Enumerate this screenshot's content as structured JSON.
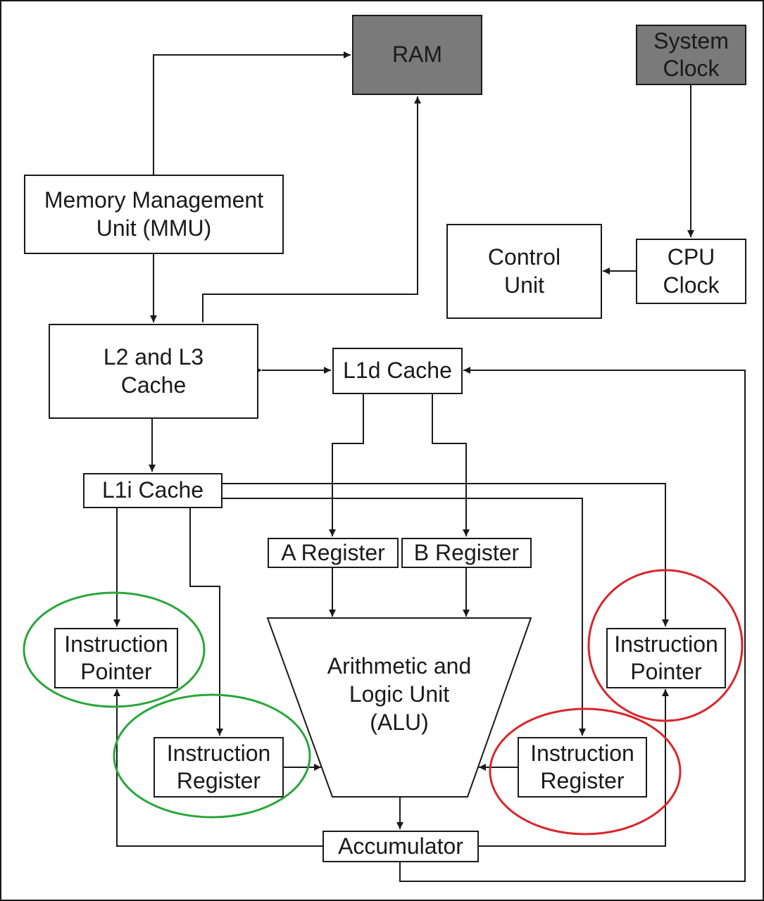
{
  "blocks": {
    "ram": "RAM",
    "system_clock": [
      "System",
      "Clock"
    ],
    "mmu": [
      "Memory Management",
      "Unit (MMU)"
    ],
    "control_unit": [
      "Control",
      "Unit"
    ],
    "cpu_clock": [
      "CPU",
      "Clock"
    ],
    "l2_l3_cache": [
      "L2 and L3",
      "Cache"
    ],
    "l1d_cache": "L1d Cache",
    "l1i_cache": "L1i Cache",
    "a_register": "A Register",
    "b_register": "B Register",
    "alu": [
      "Arithmetic and",
      "Logic Unit",
      "(ALU)"
    ],
    "instruction_pointer_left": [
      "Instruction",
      "Pointer"
    ],
    "instruction_register_left": [
      "Instruction",
      "Register"
    ],
    "instruction_pointer_right": [
      "Instruction",
      "Pointer"
    ],
    "instruction_register_right": [
      "Instruction",
      "Register"
    ],
    "accumulator": "Accumulator"
  },
  "colors": {
    "line": "#1a1a1a",
    "external_fill": "#7a7a7a",
    "highlight_green": "#2aa63a",
    "highlight_red": "#d9262c"
  },
  "highlights": [
    {
      "target": "instruction_pointer_left",
      "color": "green"
    },
    {
      "target": "instruction_register_left",
      "color": "green"
    },
    {
      "target": "instruction_pointer_right",
      "color": "red"
    },
    {
      "target": "instruction_register_right",
      "color": "red"
    }
  ]
}
